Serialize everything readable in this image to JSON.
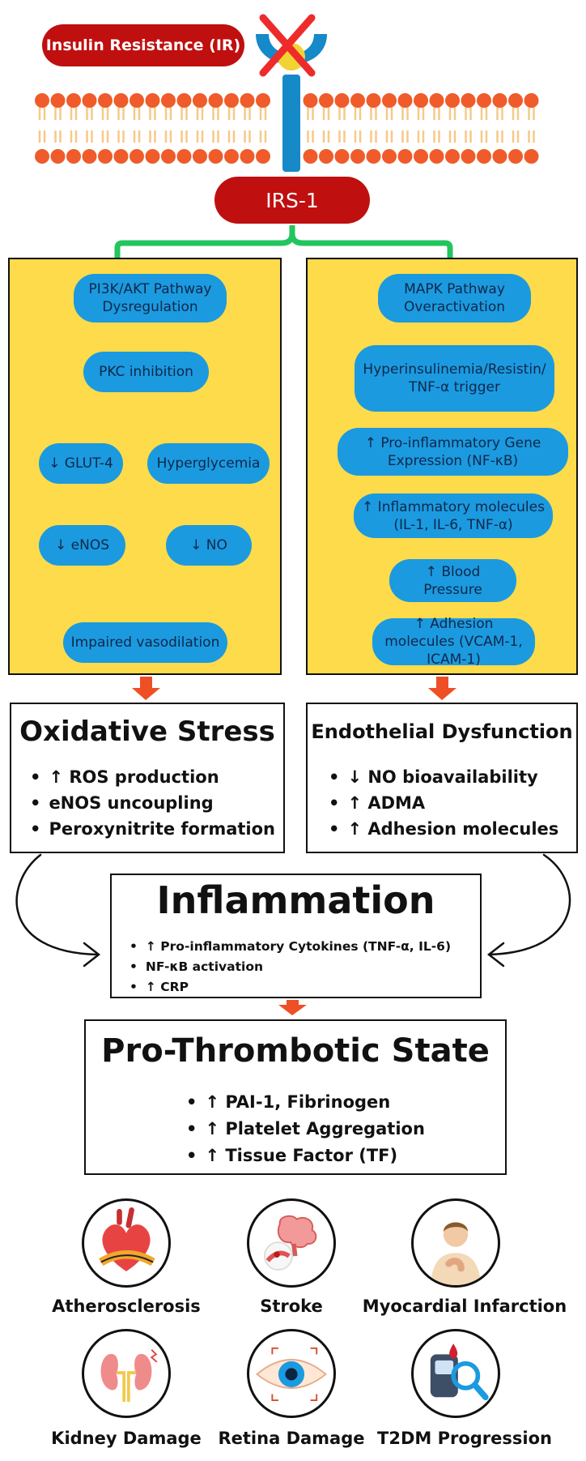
{
  "header": {
    "insulin_resistance": "Insulin Resistance (IR)",
    "irs1": "IRS-1"
  },
  "left_panel": {
    "pi3k": "PI3K/AKT Pathway Dysregulation",
    "pkc": "PKC inhibition",
    "glut4": "↓ GLUT-4",
    "hyperglycemia": "Hyperglycemia",
    "enos": "↓ eNOS",
    "no": "↓ NO",
    "vasodilation": "Impaired vasodilation"
  },
  "right_panel": {
    "mapk": "MAPK Pathway Overactivation",
    "trigger": "Hyperinsulinemia/Resistin/ TNF-α trigger",
    "gene": "↑ Pro-inflammatory Gene Expression (NF-κB)",
    "molecules": "↑ Inflammatory molecules (IL-1, IL-6, TNF-α)",
    "bp": "↑ Blood Pressure",
    "adhesion": "↑ Adhesion molecules (VCAM-1, ICAM-1)"
  },
  "oxidative": {
    "title": "Oxidative Stress",
    "items": [
      "↑ ROS production",
      "eNOS uncoupling",
      "Peroxynitrite formation"
    ]
  },
  "endothelial": {
    "title": "Endothelial Dysfunction",
    "items": [
      "↓ NO bioavailability",
      "↑ ADMA",
      "↑ Adhesion molecules"
    ]
  },
  "inflammation": {
    "title": "Inflammation",
    "items": [
      "↑ Pro-inflammatory Cytokines (TNF-α, IL-6)",
      "NF-κB activation",
      "↑ CRP"
    ]
  },
  "thrombotic": {
    "title": "Pro-Thrombotic State",
    "items": [
      "↑ PAI-1, Fibrinogen",
      "↑ Platelet Aggregation",
      "↑ Tissue Factor (TF)"
    ]
  },
  "outcomes": [
    {
      "label": "Atherosclerosis",
      "icon": "heart-artery-icon"
    },
    {
      "label": "Stroke",
      "icon": "brain-stroke-icon"
    },
    {
      "label": "Myocardial Infarction",
      "icon": "chest-pain-person-icon"
    },
    {
      "label": "Kidney Damage",
      "icon": "kidney-icon"
    },
    {
      "label": "Retina Damage",
      "icon": "eye-icon"
    },
    {
      "label": "T2DM Progression",
      "icon": "glucometer-icon"
    }
  ],
  "colors": {
    "red": "#c00f0f",
    "cross": "#ee2b2b",
    "panel_yellow": "#fedb4a",
    "node_blue": "#1b9ae0",
    "receptor_blue": "#1689c8",
    "membrane_head": "#ef5b2b",
    "membrane_tail": "#f7c987",
    "bracket_green": "#22c55e",
    "arrow_orange": "#ee4f25"
  }
}
